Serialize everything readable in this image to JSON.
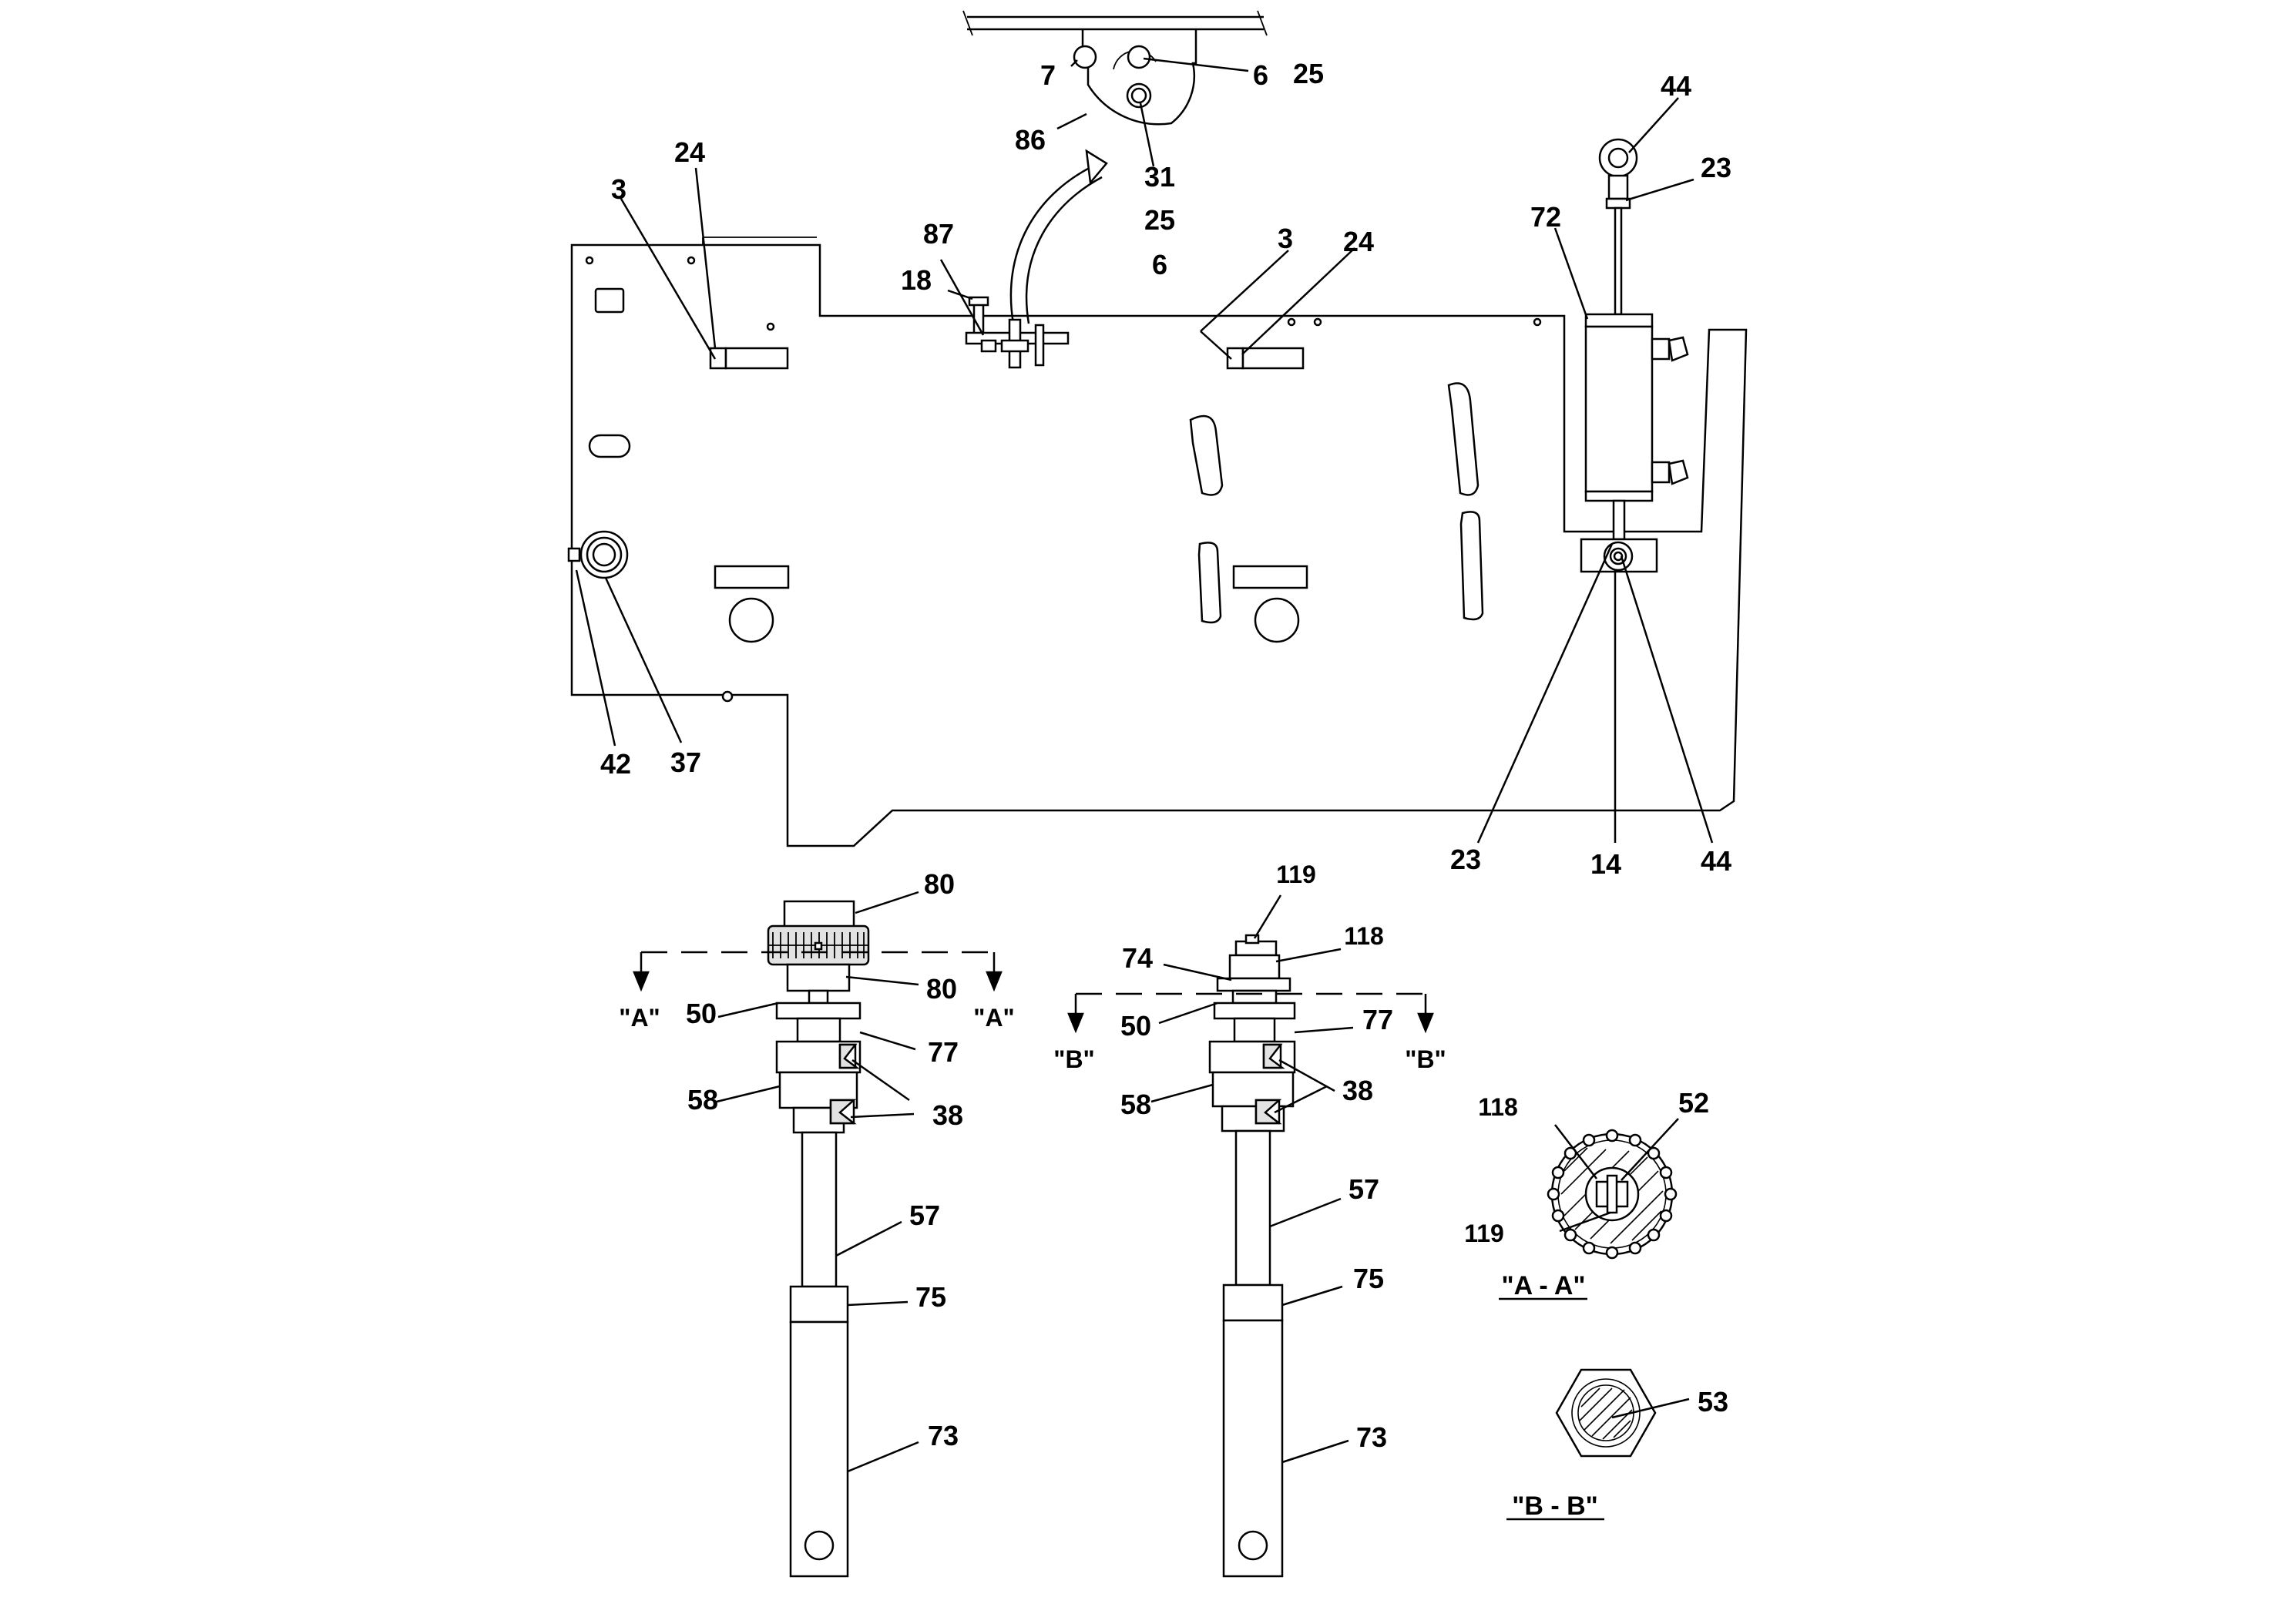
{
  "callouts": {
    "top_detail": {
      "n7": "7",
      "n6": "6",
      "n25": "25",
      "n86": "86",
      "n31": "31",
      "n25b": "25",
      "n6b": "6"
    },
    "main": {
      "n3a": "3",
      "n24a": "24",
      "n87": "87",
      "n18": "18",
      "n3b": "3",
      "n24b": "24",
      "n44a": "44",
      "n23a": "23",
      "n72": "72",
      "n42": "42",
      "n37": "37",
      "n23b": "23",
      "n14": "14",
      "n44b": "44"
    },
    "left_assembly": {
      "n80a": "80",
      "n80b": "80",
      "n50": "50",
      "n77": "77",
      "n58": "58",
      "n38": "38",
      "n57": "57",
      "n75": "75",
      "n73": "73"
    },
    "middle_assembly": {
      "n119": "119",
      "n118": "118",
      "n74": "74",
      "n50": "50",
      "n77": "77",
      "n58": "58",
      "n38": "38",
      "n57": "57",
      "n75": "75",
      "n73": "73"
    },
    "section_aa": {
      "n118": "118",
      "n52": "52",
      "n119": "119"
    },
    "section_bb": {
      "n53": "53"
    }
  },
  "section_markers": {
    "a_left": "\"A\"",
    "a_right": "\"A\"",
    "b_left": "\"B\"",
    "b_right": "\"B\""
  },
  "section_titles": {
    "aa": "\"A - A\"",
    "bb": "\"B - B\""
  }
}
